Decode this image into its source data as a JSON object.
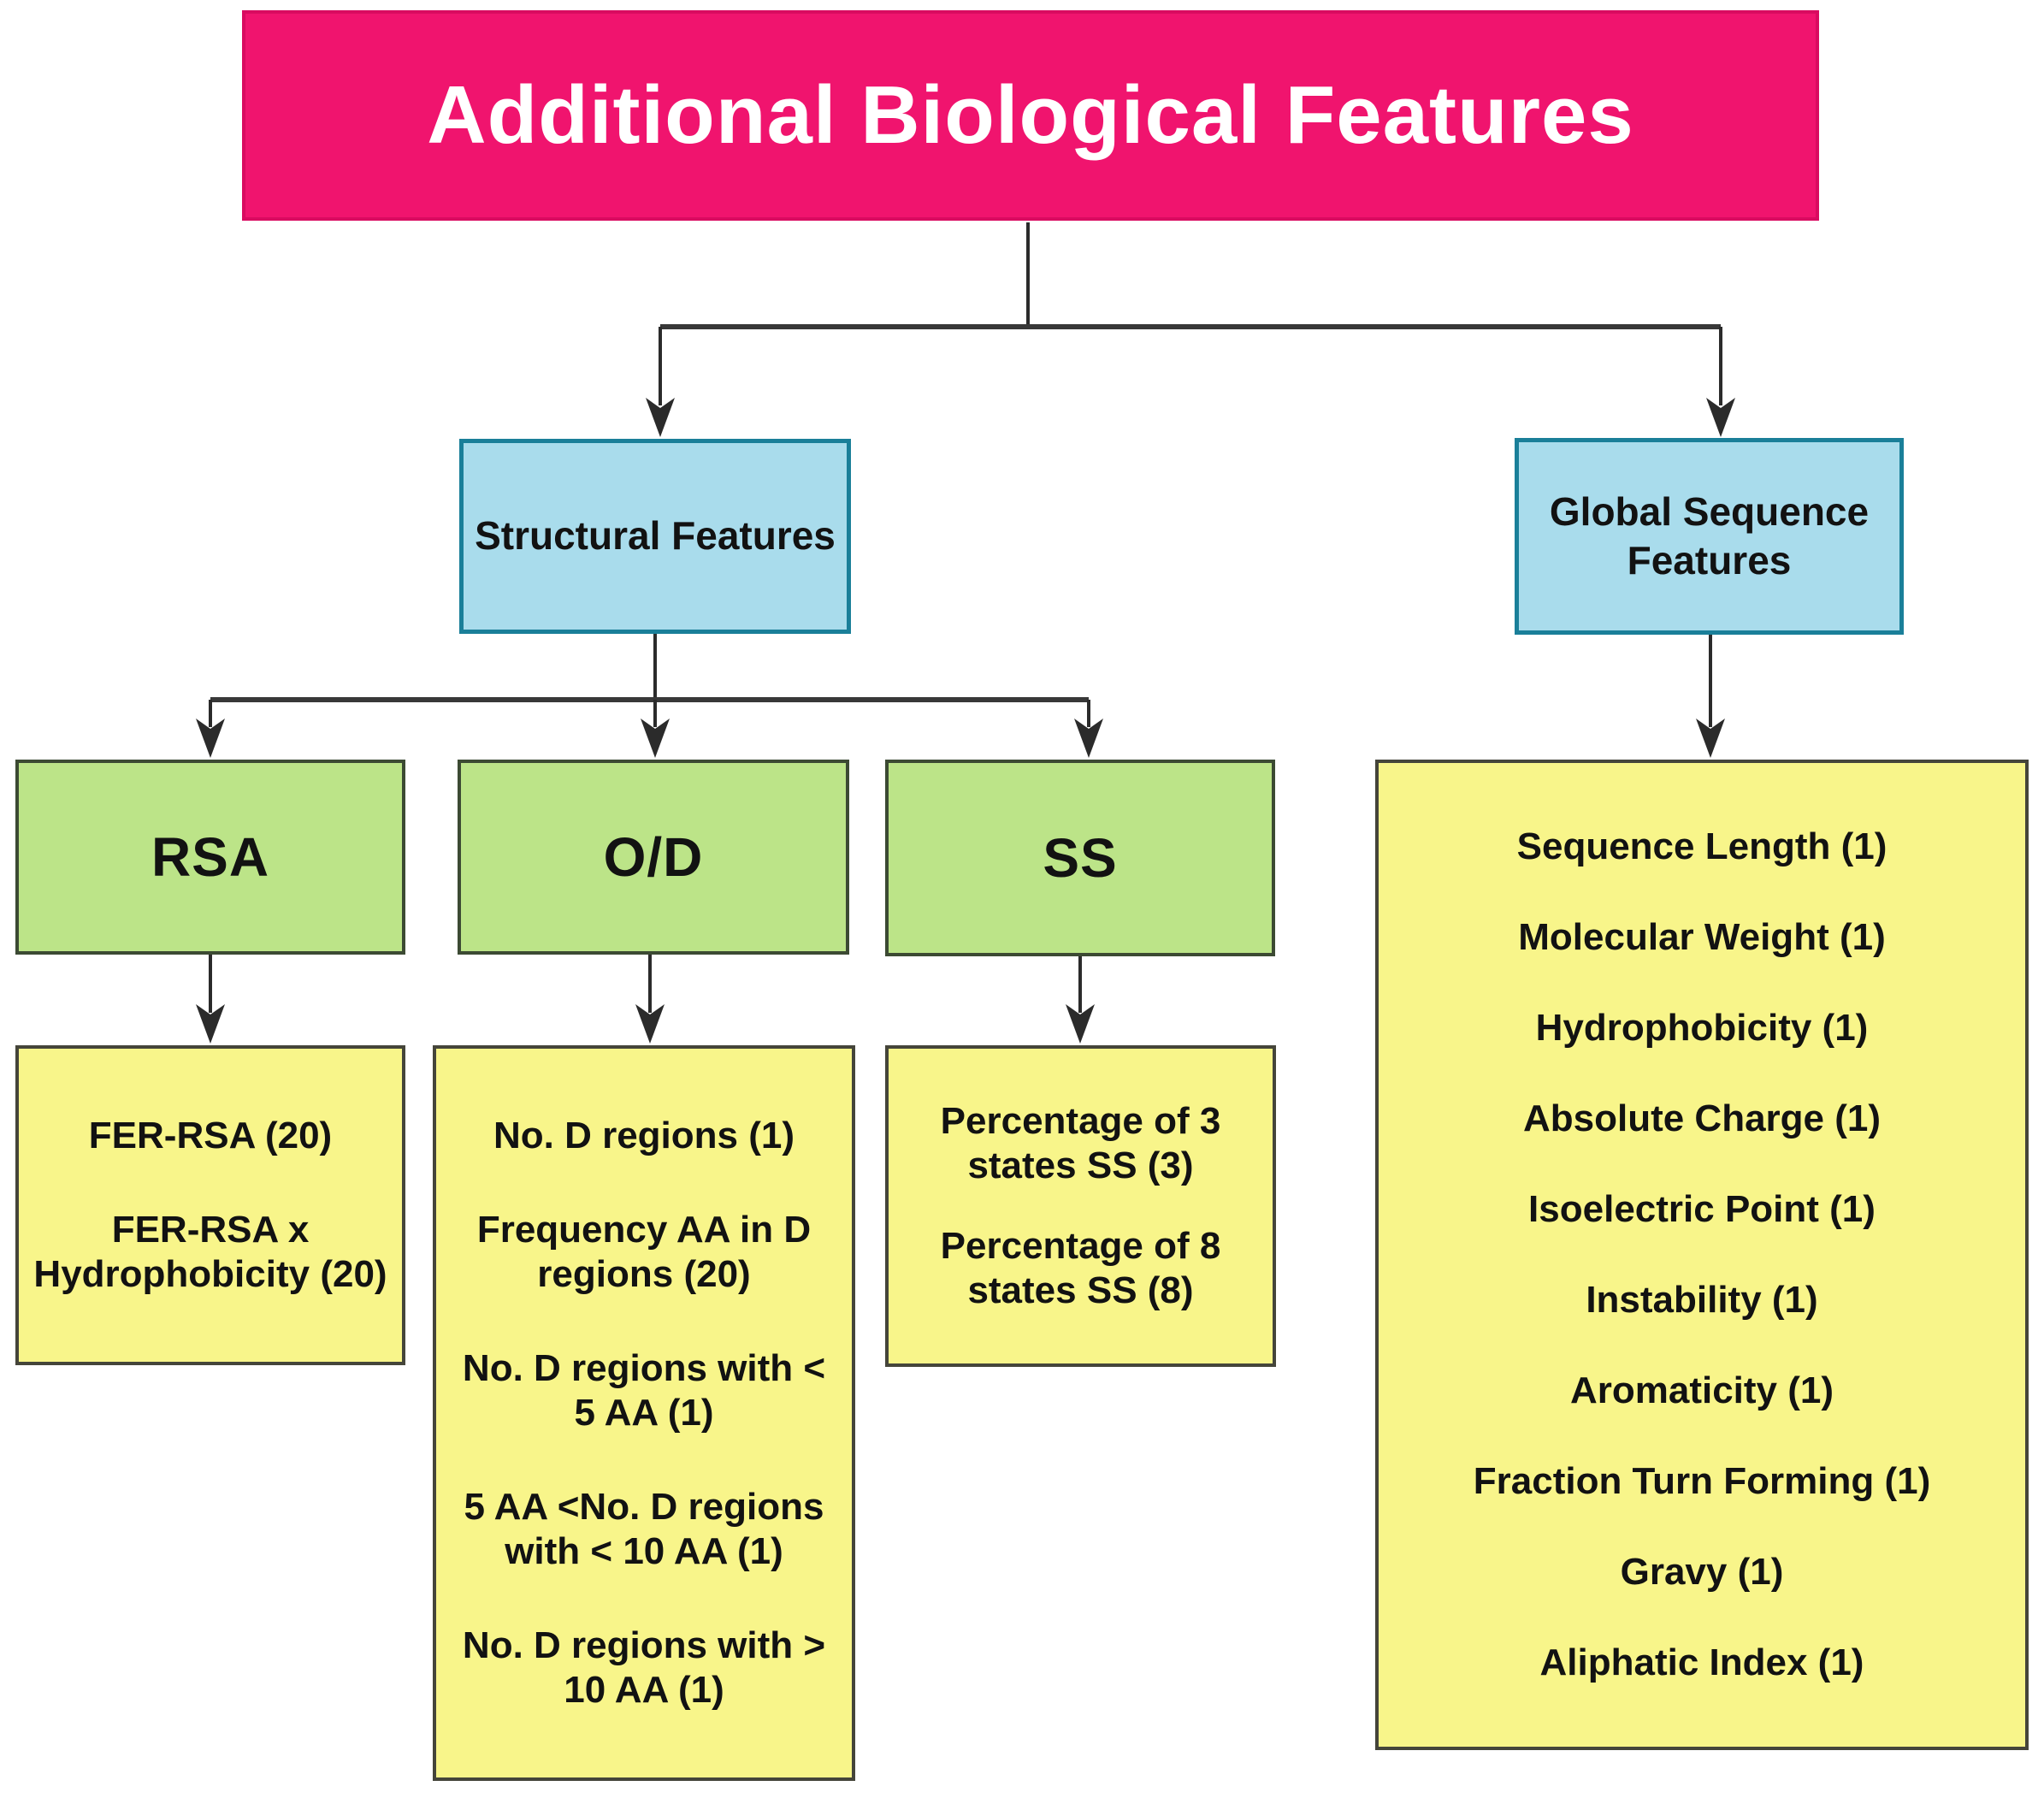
{
  "title": "Additional Biological Features",
  "colors": {
    "pink": "#F0146E",
    "pink-border": "#D90B60",
    "blue-fill": "#A9DCEC",
    "blue-border": "#1A7F99",
    "green-fill": "#BCE488",
    "green-border": "#3C4A33",
    "yellow-fill": "#F8F58A",
    "yellow-border": "#45453A",
    "line": "#2B2B2B",
    "text": "#121212"
  },
  "nodes": {
    "structural": {
      "label": "Structural Features"
    },
    "global": {
      "label": "Global Sequence Features"
    },
    "rsa": {
      "label": "RSA"
    },
    "od": {
      "label": "O/D"
    },
    "ss": {
      "label": "SS"
    }
  },
  "details": {
    "rsa": {
      "items": [
        "FER-RSA (20)",
        "FER-RSA x Hydrophobicity (20)"
      ]
    },
    "od": {
      "items": [
        "No. D regions (1)",
        "Frequency AA in D regions (20)",
        "No. D regions with < 5 AA (1)",
        "5 AA <No. D regions with < 10 AA (1)",
        "No. D regions with > 10 AA (1)"
      ]
    },
    "ss": {
      "items": [
        "Percentage of 3 states SS (3)",
        "Percentage of 8 states SS (8)"
      ]
    },
    "global": {
      "items": [
        "Sequence Length (1)",
        "Molecular Weight (1)",
        "Hydrophobicity (1)",
        "Absolute Charge (1)",
        "Isoelectric Point (1)",
        "Instability (1)",
        "Aromaticity (1)",
        "Fraction Turn Forming (1)",
        "Gravy (1)",
        "Aliphatic Index (1)"
      ]
    }
  }
}
